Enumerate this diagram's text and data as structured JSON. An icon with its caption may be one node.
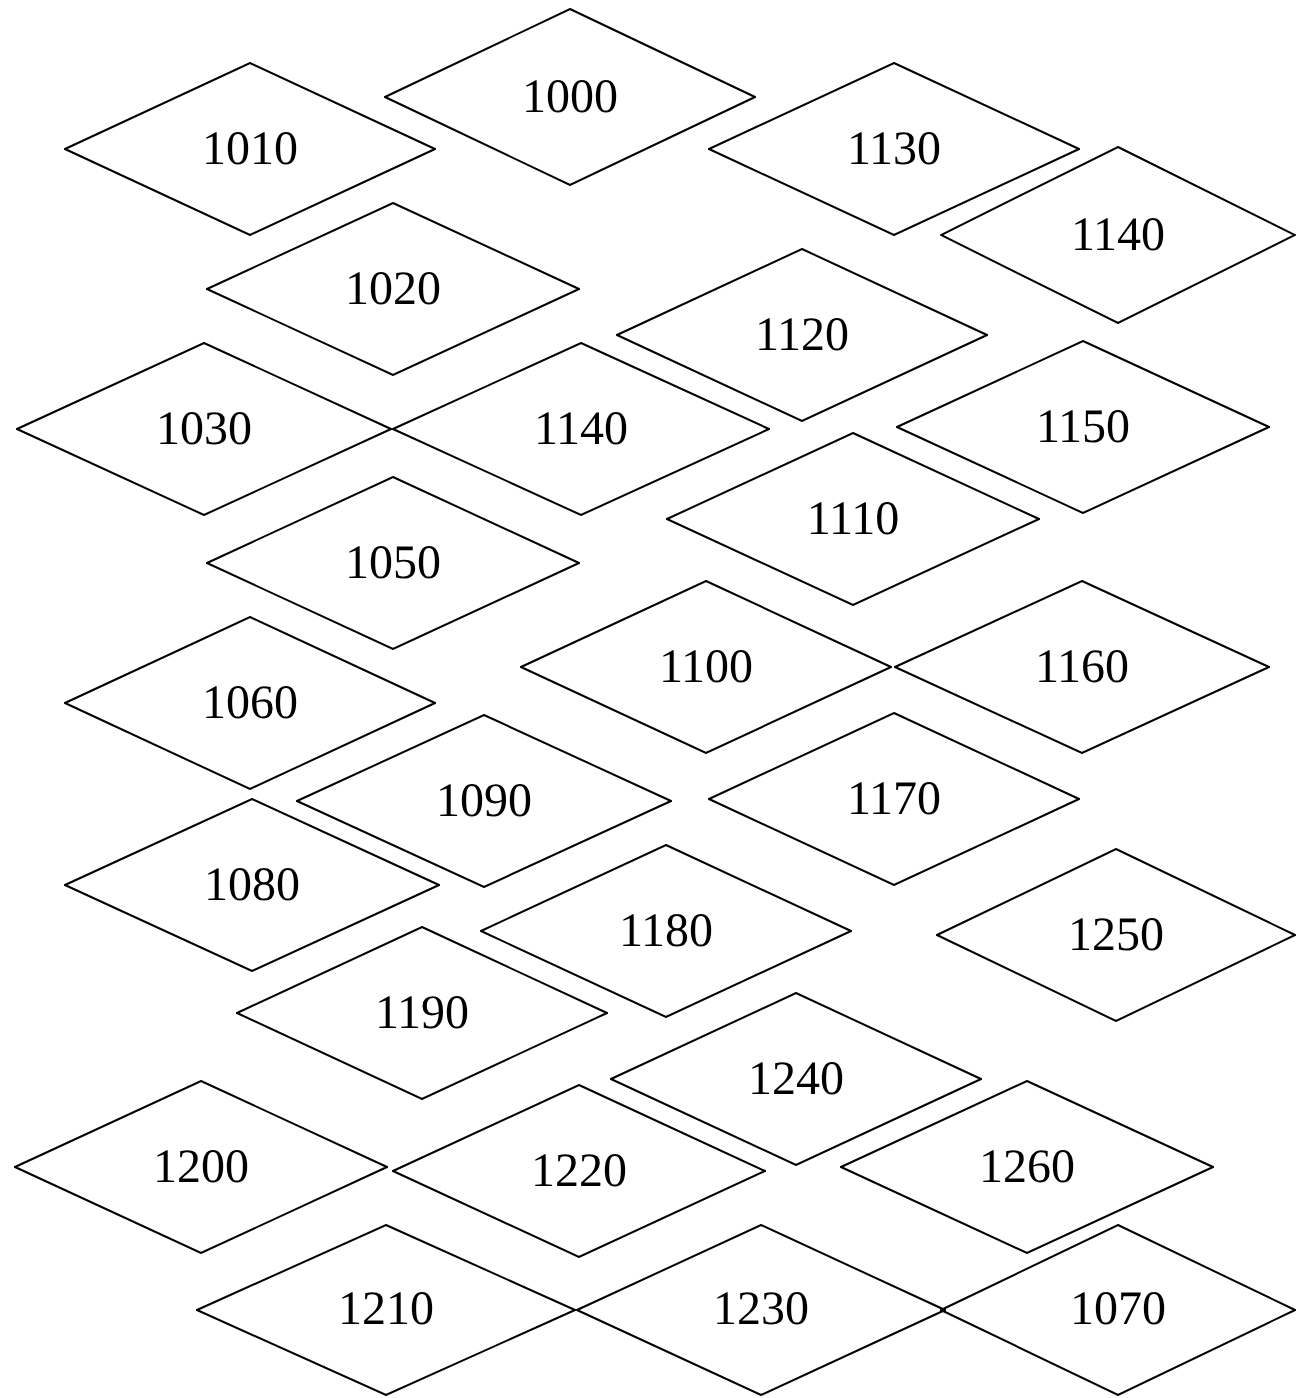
{
  "diagram": {
    "nodes": [
      {
        "text": [
          "1010"
        ]
      },
      {
        "text": [
          "1000"
        ]
      },
      {
        "text": [
          "1130"
        ]
      },
      {
        "text": [
          "1140"
        ]
      },
      {
        "text": [
          "1020"
        ]
      },
      {
        "text": [
          "1120"
        ]
      },
      {
        "text": [
          "1030"
        ]
      },
      {
        "text": [
          "1140"
        ]
      },
      {
        "text": [
          "1150"
        ]
      },
      {
        "text": [
          "1110"
        ]
      },
      {
        "text": [
          "1050"
        ]
      },
      {
        "text": [
          "1100"
        ]
      },
      {
        "text": [
          "1160"
        ]
      },
      {
        "text": [
          "1060"
        ]
      },
      {
        "text": [
          "1090"
        ]
      },
      {
        "text": [
          "1170"
        ]
      },
      {
        "text": [
          "1080"
        ]
      },
      {
        "text": [
          "1180"
        ]
      },
      {
        "text": [
          "1250"
        ]
      },
      {
        "text": [
          "1190"
        ]
      },
      {
        "text": [
          "1240"
        ]
      },
      {
        "text": [
          "1200"
        ]
      },
      {
        "text": [
          "1220"
        ]
      },
      {
        "text": [
          "1260"
        ]
      },
      {
        "text": [
          "1210"
        ]
      },
      {
        "text": [
          "1230"
        ]
      },
      {
        "text": [
          "1070"
        ]
      }
    ]
  }
}
